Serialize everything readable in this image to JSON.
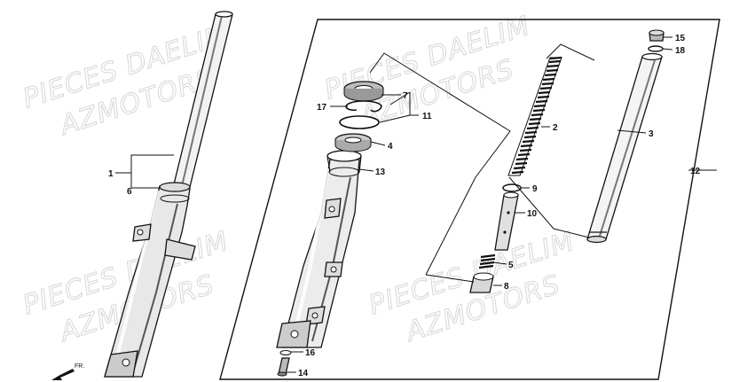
{
  "watermarks": {
    "line1": "PIECES DAELIM",
    "line2": "AZMOTORS"
  },
  "labels": {
    "p1": "1",
    "p2": "2",
    "p3": "3",
    "p4": "4",
    "p5": "5",
    "p6": "6",
    "p7": "7",
    "p8": "8",
    "p9": "9",
    "p10": "10",
    "p11": "11",
    "p12": "12",
    "p13": "13",
    "p14": "14",
    "p15": "15",
    "p16": "16",
    "p17": "17",
    "p18": "18"
  },
  "direction": {
    "label": "FR."
  },
  "colors": {
    "line": "#111111",
    "watermark": "#d6d6d6",
    "background": "#ffffff"
  }
}
